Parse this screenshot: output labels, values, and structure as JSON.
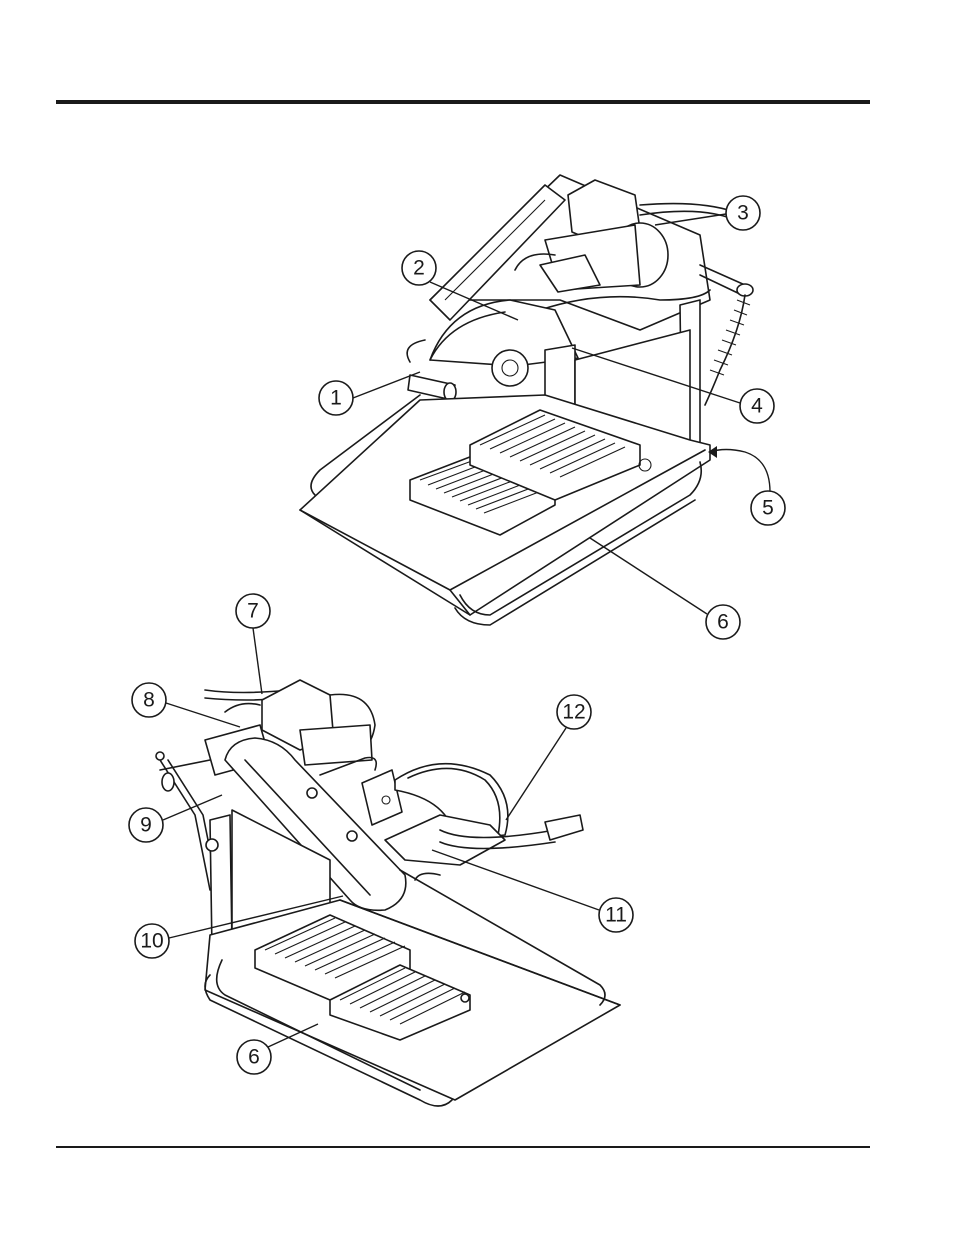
{
  "callouts_upper": [
    "1",
    "2",
    "3",
    "4",
    "5",
    "6"
  ],
  "callouts_lower": [
    "7",
    "8",
    "9",
    "10",
    "11",
    "12",
    "6"
  ]
}
